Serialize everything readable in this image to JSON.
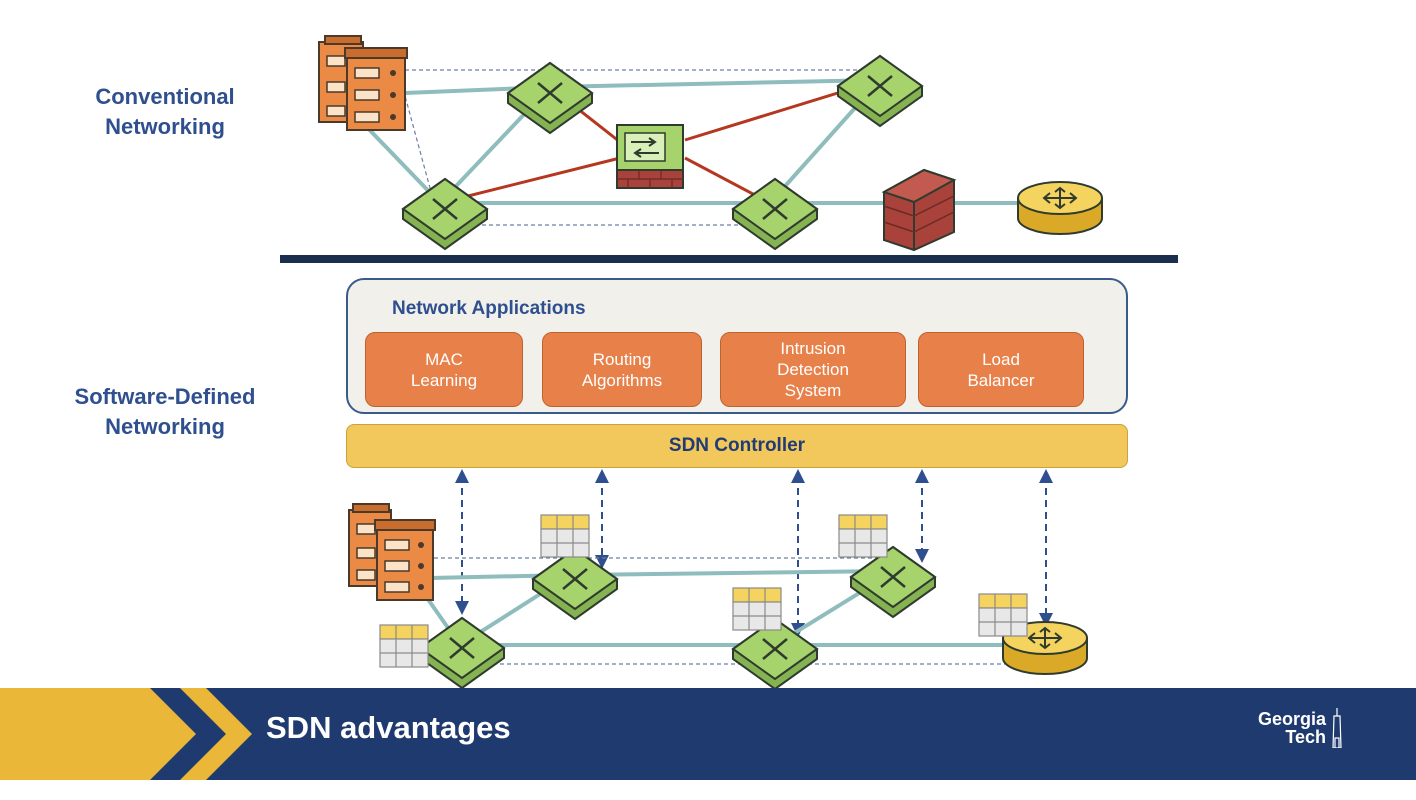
{
  "labels": {
    "conventional": "Conventional\nNetworking",
    "sdn": "Software-Defined\nNetworking"
  },
  "network_applications": {
    "title": "Network Applications",
    "apps": [
      "MAC\nLearning",
      "Routing\nAlgorithms",
      "Intrusion\nDetection\nSystem",
      "Load\nBalancer"
    ]
  },
  "controller": {
    "label": "SDN Controller"
  },
  "banner": {
    "title": "SDN advantages",
    "logo_line1": "Georgia",
    "logo_line2": "Tech"
  },
  "colors": {
    "label_blue": "#2f4f8f",
    "app_orange": "#e8804a",
    "controller_yellow": "#f2c75c",
    "banner_navy": "#1f3a6e",
    "switch_green": "#a6d36b",
    "link_teal": "#8fbcbc",
    "link_red": "#b5371f",
    "server_orange": "#ea8a45",
    "router_gold": "#f5d35f",
    "firewall_brick": "#a8423a",
    "divider": "#1a2f4e"
  },
  "icons": [
    "server-icon",
    "switch-icon",
    "middlebox-icon",
    "firewall-icon",
    "router-icon",
    "flow-table-icon",
    "chevron-icon"
  ]
}
